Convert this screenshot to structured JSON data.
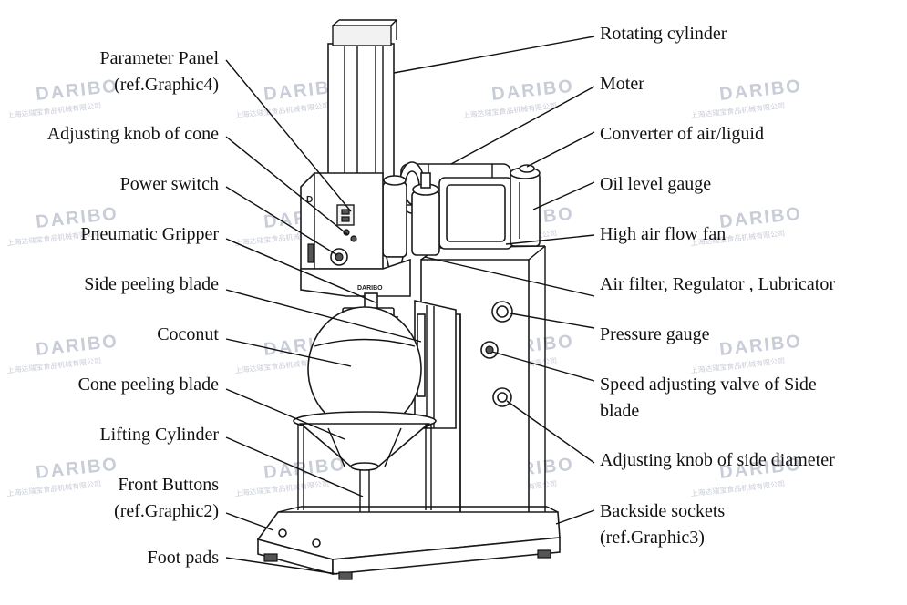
{
  "labels_left": [
    {
      "key": "parameter_panel",
      "lines": [
        "Parameter  Panel",
        "(ref.Graphic4)"
      ]
    },
    {
      "key": "cone_knob",
      "lines": [
        "Adjusting knob of cone"
      ]
    },
    {
      "key": "power_switch",
      "lines": [
        "Power  switch"
      ]
    },
    {
      "key": "pneumatic_gripper",
      "lines": [
        "Pneumatic  Gripper"
      ]
    },
    {
      "key": "side_peeling_blade",
      "lines": [
        "Side  peeling  blade"
      ]
    },
    {
      "key": "coconut",
      "lines": [
        "Coconut"
      ]
    },
    {
      "key": "cone_peeling_blade",
      "lines": [
        "Cone peeling blade"
      ]
    },
    {
      "key": "lifting_cylinder",
      "lines": [
        "Lifting Cylinder"
      ]
    },
    {
      "key": "front_buttons",
      "lines": [
        "Front  Buttons",
        "(ref.Graphic2)"
      ]
    },
    {
      "key": "foot_pads",
      "lines": [
        "Foot pads"
      ]
    }
  ],
  "labels_right": [
    {
      "key": "rotating_cylinder",
      "lines": [
        "Rotating cylinder"
      ]
    },
    {
      "key": "moter",
      "lines": [
        "Moter"
      ]
    },
    {
      "key": "converter",
      "lines": [
        "Converter of air/liguid"
      ]
    },
    {
      "key": "oil_gauge",
      "lines": [
        "Oil level gauge"
      ]
    },
    {
      "key": "fan",
      "lines": [
        "High air flow fan"
      ]
    },
    {
      "key": "air_filter",
      "lines": [
        "Air filter, Regulator , Lubricator"
      ]
    },
    {
      "key": "pressure_gauge",
      "lines": [
        "Pressure gauge"
      ]
    },
    {
      "key": "speed_valve",
      "lines": [
        "Speed  adjusting  valve  of  Side",
        "blade"
      ]
    },
    {
      "key": "side_diameter_knob",
      "lines": [
        "Adjusting knob of side diameter"
      ]
    },
    {
      "key": "backside_sockets",
      "lines": [
        "Backside sockets",
        "(ref.Graphic3)"
      ]
    }
  ],
  "watermark": {
    "brand": "DARIBO",
    "sub": "上海达瑞宝食品机械有限公司"
  },
  "panel_marks": {
    "logo": "D",
    "side": "DARIBO"
  }
}
